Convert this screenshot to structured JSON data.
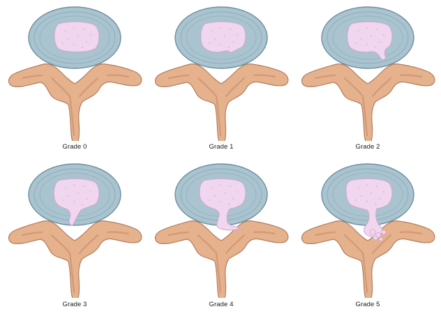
{
  "figure": {
    "panels": [
      {
        "label": "Grade 0",
        "grade": 0
      },
      {
        "label": "Grade 1",
        "grade": 1
      },
      {
        "label": "Grade 2",
        "grade": 2
      },
      {
        "label": "Grade 3",
        "grade": 3
      },
      {
        "label": "Grade 4",
        "grade": 4
      },
      {
        "label": "Grade 5",
        "grade": 5
      }
    ]
  },
  "colors": {
    "annulus": "#a9c3cf",
    "annulus_edge": "#6f8fa0",
    "annulus_ring": "#8fadbc",
    "nucleus": "#f1d6ef",
    "nucleus_edge": "#cfa8cf",
    "bone": "#e6b18d",
    "bone_edge": "#b37d5e",
    "bone_shadow": "#c98f6c"
  }
}
